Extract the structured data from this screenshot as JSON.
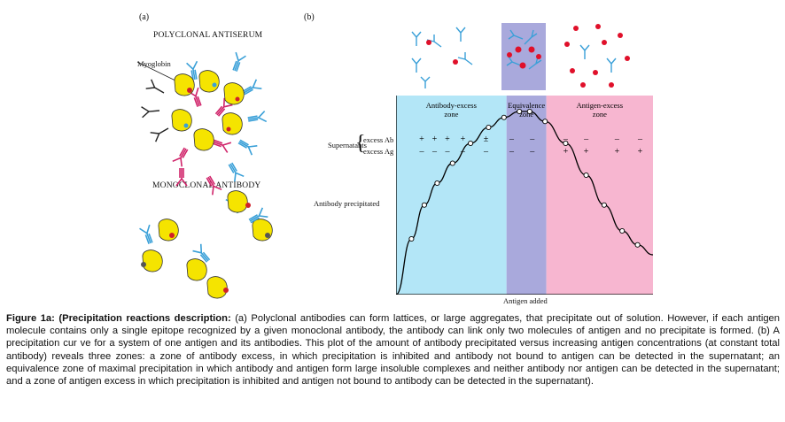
{
  "panel_a": {
    "label": "(a)",
    "poly_title": "POLYCLONAL ANTISERUM",
    "myoglobin_label": "Myoglobin",
    "mono_title": "MONOCLONAL ANTIBODY"
  },
  "panel_b": {
    "label": "(b)",
    "supernatants_label": "Supernatants",
    "excess_ab": "excess Ab",
    "excess_ag": "excess Ag",
    "y_label": "Antibody precipitated",
    "x_label": "Antigen added",
    "zones": [
      {
        "line1": "Antibody-excess",
        "line2": "zone",
        "color": "#b3e6f7"
      },
      {
        "line1": "Equivalence",
        "line2": "zone",
        "color": "#a9a9dc"
      },
      {
        "line1": "Antigen-excess",
        "line2": "zone",
        "color": "#f7b6d0"
      }
    ],
    "signs_ab": [
      "+",
      "+",
      "+",
      "+",
      "±",
      "–",
      "–",
      "–",
      "–",
      "–",
      "–"
    ],
    "signs_ag": [
      "–",
      "–",
      "–",
      "–",
      "–",
      "–",
      "–",
      "+",
      "+",
      "+",
      "+"
    ]
  },
  "caption": {
    "bold": "Figure 1a: (Precipitation reactions description:",
    "text": " (a) Polyclonal antibodies can form lattices, or large aggregates, that precipitate out of solution. However, if each antigen molecule contains only a single epitope recognized by a given monoclonal antibody, the antibody can link only two molecules of antigen and no precipitate is formed. (b) A precipitation cur ve for a system of one antigen and its antibodies. This plot of the amount of antibody precipitated versus increasing antigen concentrations (at constant total antibody) reveals three zones: a zone of antibody excess, in which precipitation is inhibited and antibody not bound to antigen can be detected in the supernatant; an equivalence zone of maximal precipitation in which antibody and antigen form large insoluble complexes and neither antibody nor antigen can be detected in the supernatant; and a zone of antigen excess in which precipitation is inhibited and antigen not bound to antibody can be detected in the supernatant)."
  },
  "chart_data": {
    "type": "line",
    "title": "",
    "xlabel": "Antigen added",
    "ylabel": "Antibody precipitated",
    "x": [
      0.06,
      0.11,
      0.16,
      0.22,
      0.29,
      0.36,
      0.42,
      0.48,
      0.52,
      0.58,
      0.66,
      0.74,
      0.81,
      0.88,
      0.94
    ],
    "y": [
      0.28,
      0.45,
      0.56,
      0.66,
      0.76,
      0.84,
      0.89,
      0.92,
      0.92,
      0.87,
      0.76,
      0.6,
      0.45,
      0.32,
      0.25
    ],
    "xlim": [
      0,
      1
    ],
    "ylim": [
      0,
      1
    ],
    "grid": false,
    "colors": {
      "curve": "#000000",
      "ab_zone": "#b3e6f7",
      "eq_zone": "#a9a9dc",
      "ag_zone": "#f7b6d0"
    }
  },
  "colors": {
    "antigen": "#f5e400",
    "antibody_blue": "#3aa0d8",
    "antibody_pink": "#d0246a",
    "epitope_red": "#d0202a",
    "dot_red": "#e0102a"
  }
}
